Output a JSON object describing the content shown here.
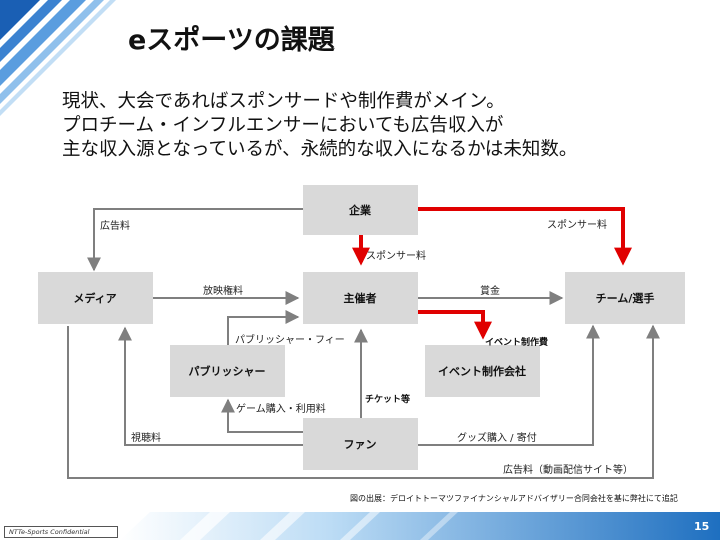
{
  "title": "eスポーツの課題",
  "body": {
    "line1": "現状、大会であればスポンサードや制作費がメイン。",
    "line2": "プロチーム・インフルエンサーにおいても広告収入が",
    "line3": "主な収入源となっているが、永続的な収入になるかは未知数。"
  },
  "diagram": {
    "nodes": {
      "company": "企業",
      "media": "メディア",
      "organizer": "主催者",
      "team": "チーム/選手",
      "publisher": "パブリッシャー",
      "event_company": "イベント制作会社",
      "fan": "ファン"
    },
    "edges": {
      "ad_fee_company": "広告料",
      "sponsor_fee_team": "スポンサー料",
      "sponsor_fee_organizer": "スポンサー料",
      "broadcast_rights": "放映権料",
      "prize": "賞金",
      "publisher_fee": "パブリッシャー・フィー",
      "event_production_fee": "イベント制作費",
      "game_purchase": "ゲーム購入・利用料",
      "ticket": "チケット等",
      "viewing_fee": "視聴料",
      "goods": "グッズ購入 / 寄付",
      "ad_fee_video": "広告料（動画配信サイト等）"
    },
    "colors": {
      "box": "#d9d9d9",
      "arrow": "#7f7f7f",
      "highlight": "#e00000"
    }
  },
  "source_note": "図の出展：デロイトトーマツファイナンシャルアドバイザリー合同会社を基に弊社にて追記",
  "footer": {
    "confidential": "NTTe-Sports Confidential",
    "page_number": "15"
  }
}
